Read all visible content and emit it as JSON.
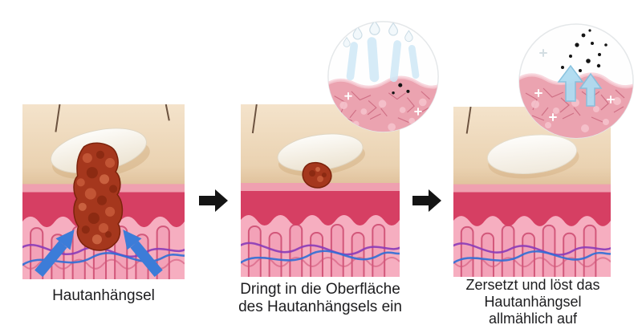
{
  "infographic": {
    "panels": [
      {
        "id": "stage-1",
        "caption": "Hautanhängsel",
        "caption_lines": [
          "Hautanhängsel"
        ]
      },
      {
        "id": "stage-2",
        "caption": "Dringt in die Oberfläche des Hautanhängsels ein",
        "caption_lines": [
          "Dringt in die Oberfläche",
          "des Hautanhängsels ein"
        ]
      },
      {
        "id": "stage-3",
        "caption": "Zersetzt und löst das Hautanhängsel allmählich auf",
        "caption_lines": [
          "Zersetzt und löst das",
          "Hautanhängsel",
          "allmählich auf"
        ]
      }
    ],
    "icons": {
      "step_arrow": "right-arrow",
      "lift_arrows": "blue-up-arrows",
      "inset_1": "magnified-serum-penetration",
      "inset_2": "magnified-tag-dissolution"
    },
    "colors": {
      "background": "#ffffff",
      "skin_surface": "#ecd6b8",
      "epidermis": "#efa0b0",
      "dermis": "#d63f63",
      "dermis_light": "#f6aec0",
      "skin_tag": "#a5371d",
      "vessel_purple": "#8a3bb8",
      "vessel_blue": "#2f6fd6",
      "arrow_blue": "#3c7cd8",
      "arrow_black": "#141414",
      "text": "#1d1d1f"
    }
  }
}
